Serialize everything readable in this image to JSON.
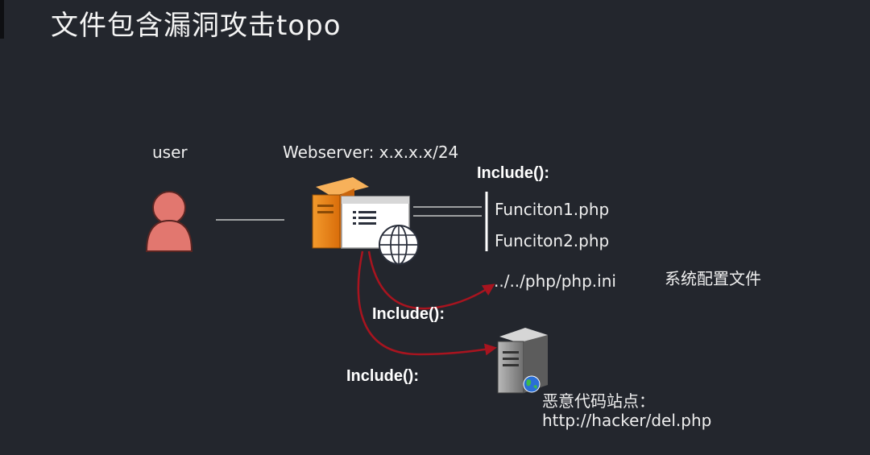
{
  "title": "文件包含漏洞攻击topo",
  "nodes": {
    "user_label": "user",
    "webserver_label": "Webserver: x.x.x.x/24"
  },
  "include_box": {
    "label": "Include():",
    "files": [
      "Funciton1.php",
      "Funciton2.php"
    ]
  },
  "local_include": {
    "label": "Include():",
    "path": "../../php/php.ini",
    "note": "系统配置文件"
  },
  "remote_include": {
    "label": "Include():",
    "site_title": "恶意代码站点：",
    "url": "http://hacker/del.php"
  },
  "colors": {
    "background": "#23262d",
    "arrow": "#a8141f",
    "user_icon": "#e2776f",
    "server_icon": "#f08a1c"
  }
}
